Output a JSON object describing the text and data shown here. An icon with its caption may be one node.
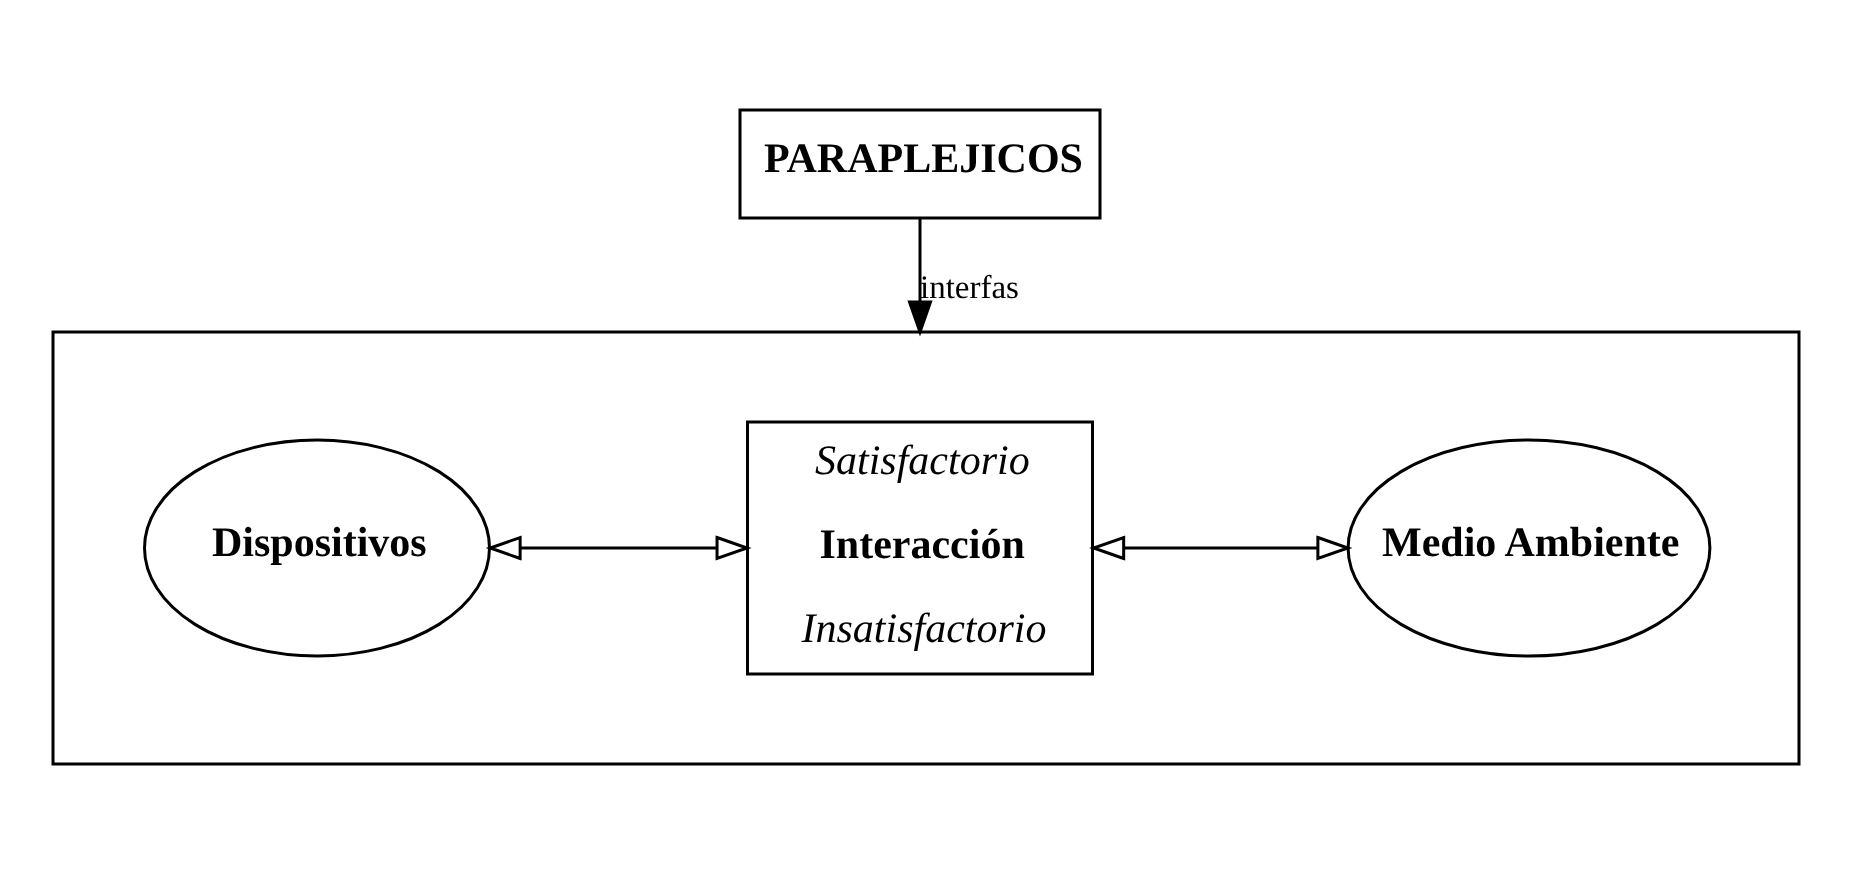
{
  "diagram": {
    "nodes": [
      {
        "text": [
          "PARAPLEJICOS"
        ]
      },
      {
        "text": [],
        "shape": "box"
      },
      {
        "text": [
          "Dispositivos"
        ],
        "in": 1
      },
      {
        "text": [
          "Satisfactorio",
          "Interacción",
          "Insatisfactorio"
        ],
        "in": 1
      },
      {
        "text": [
          "Medio Ambiente"
        ],
        "in": 1
      }
    ],
    "edges": [
      {
        "from": 0,
        "to": 1,
        "arrow": "to",
        "label": "interfas"
      },
      {
        "from": 2,
        "to": 3,
        "arrow": "both"
      },
      {
        "from": 3,
        "to": 4,
        "arrow": "both"
      }
    ]
  }
}
